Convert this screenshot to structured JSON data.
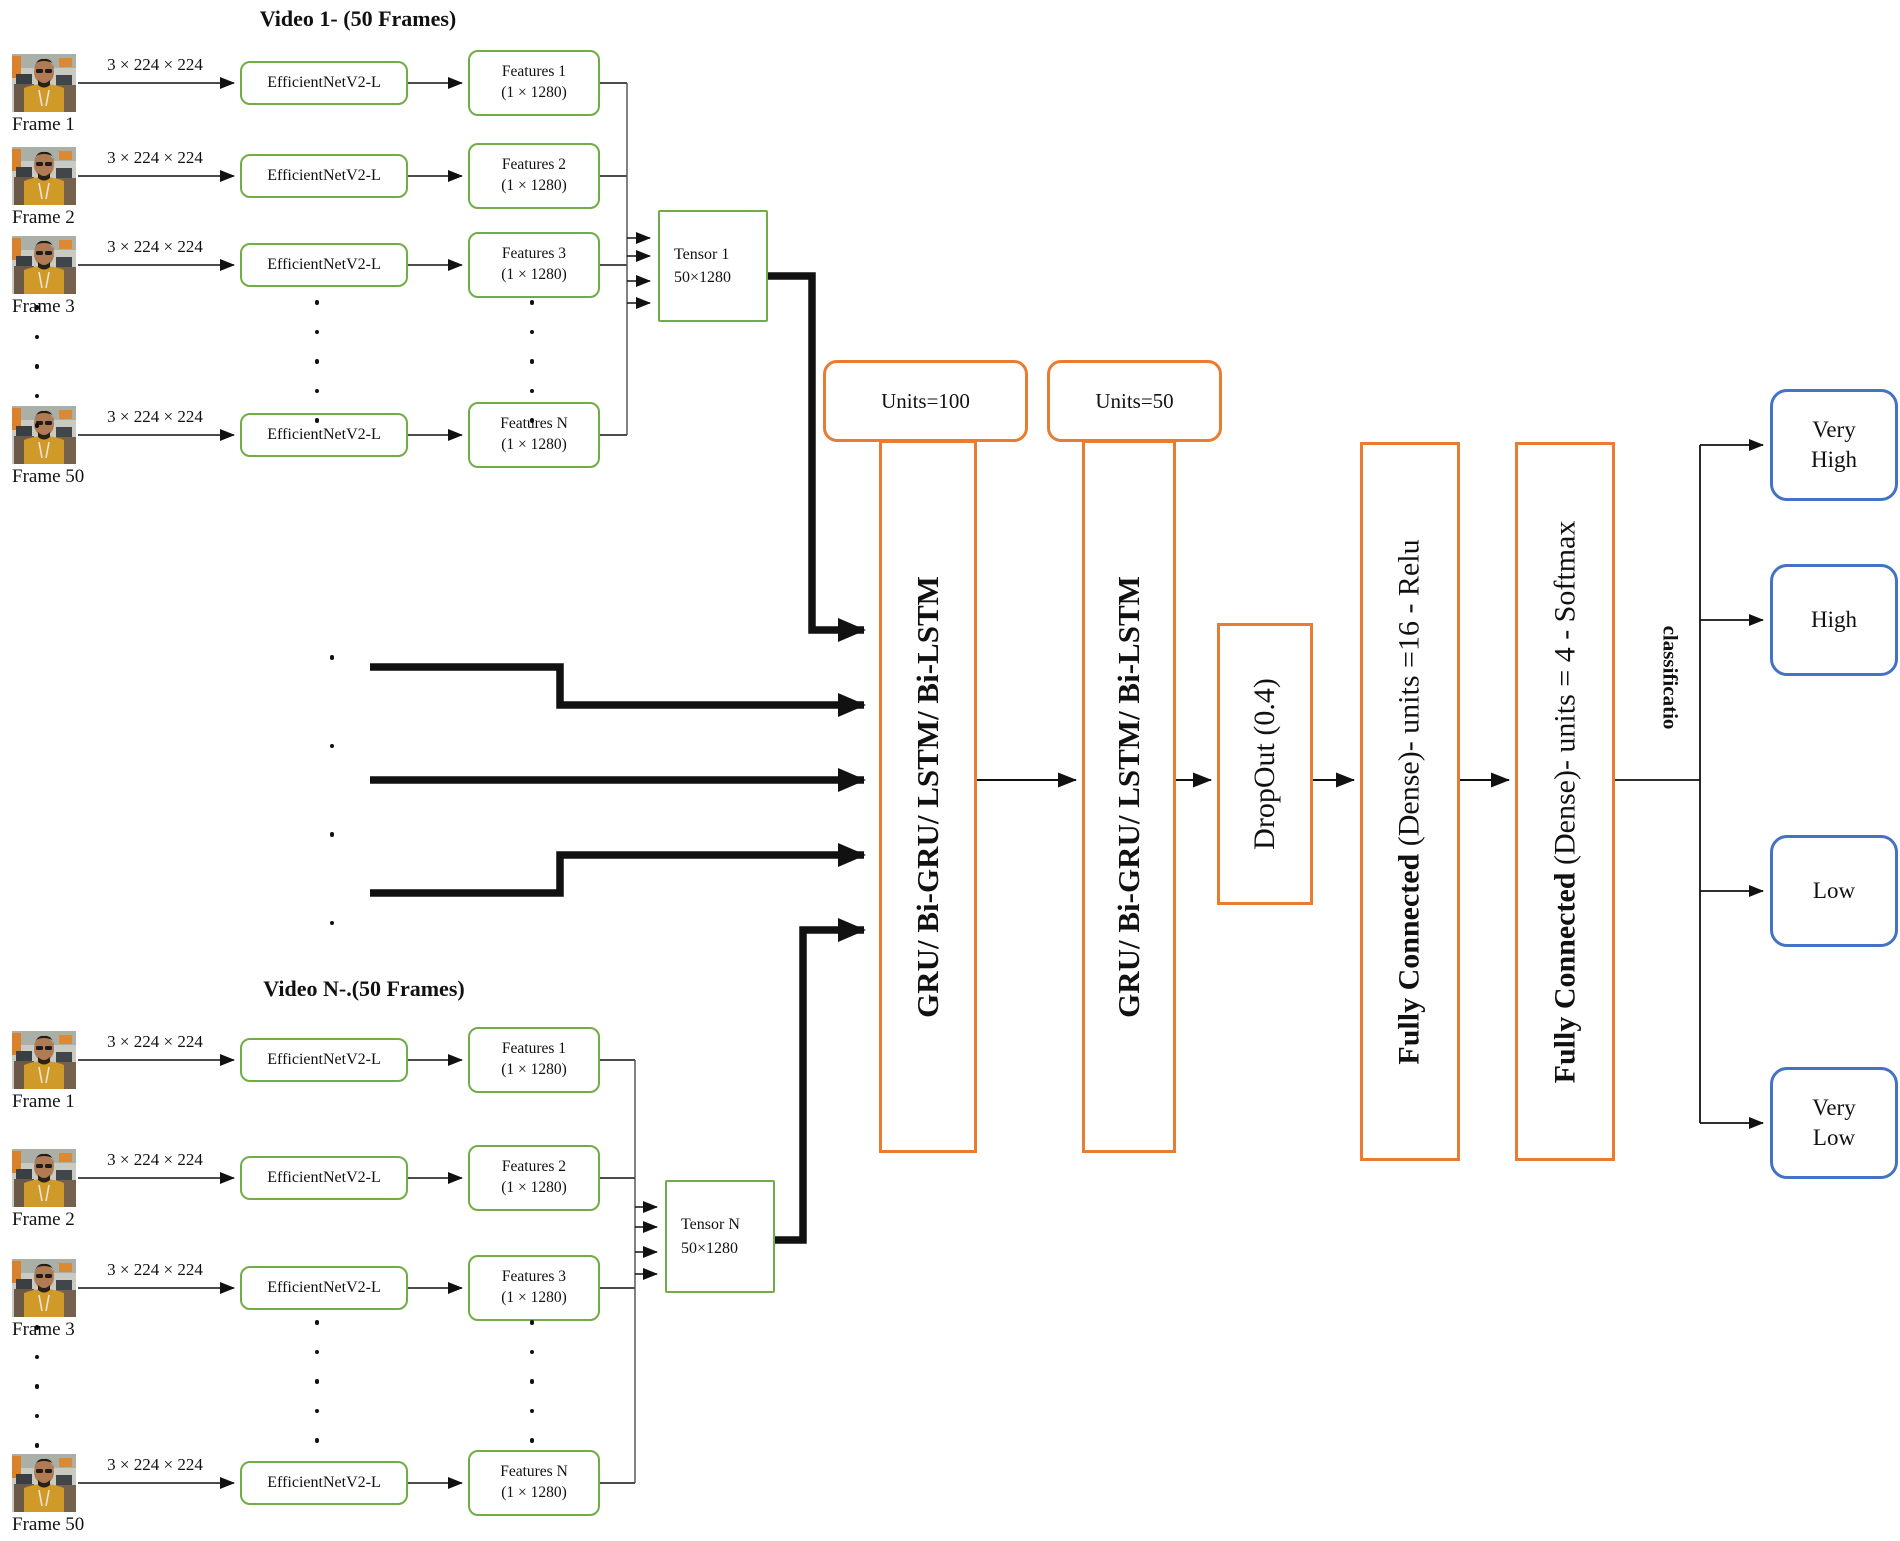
{
  "diagram": {
    "video_groups": [
      {
        "title": "Video 1- (50 Frames)",
        "tensor": {
          "line1": "Tensor 1",
          "line2": "50×1280"
        },
        "frames": [
          {
            "caption": "Frame 1",
            "input_dim": "3 × 224 × 224",
            "backbone": "EfficientNetV2-L",
            "features_line1": "Features 1",
            "features_line2": "(1 × 1280)"
          },
          {
            "caption": "Frame 2",
            "input_dim": "3 × 224 × 224",
            "backbone": "EfficientNetV2-L",
            "features_line1": "Features 2",
            "features_line2": "(1 × 1280)"
          },
          {
            "caption": "Frame 3",
            "input_dim": "3 × 224 × 224",
            "backbone": "EfficientNetV2-L",
            "features_line1": "Features 3",
            "features_line2": "(1 × 1280)"
          },
          {
            "caption": "Frame 50",
            "input_dim": "3 × 224 × 224",
            "backbone": "EfficientNetV2-L",
            "features_line1": "Features N",
            "features_line2": "(1 × 1280)"
          }
        ]
      },
      {
        "title": "Video N-.(50 Frames)",
        "tensor": {
          "line1": "Tensor N",
          "line2": "50×1280"
        },
        "frames": [
          {
            "caption": "Frame 1",
            "input_dim": "3 × 224 × 224",
            "backbone": "EfficientNetV2-L",
            "features_line1": "Features 1",
            "features_line2": "(1 × 1280)"
          },
          {
            "caption": "Frame 2",
            "input_dim": "3 × 224 × 224",
            "backbone": "EfficientNetV2-L",
            "features_line1": "Features 2",
            "features_line2": "(1 × 1280)"
          },
          {
            "caption": "Frame 3",
            "input_dim": "3 × 224 × 224",
            "backbone": "EfficientNetV2-L",
            "features_line1": "Features 3",
            "features_line2": "(1 × 1280)"
          },
          {
            "caption": "Frame 50",
            "input_dim": "3 × 224 × 224",
            "backbone": "EfficientNetV2-L",
            "features_line1": "Features N",
            "features_line2": "(1 × 1280)"
          }
        ]
      }
    ],
    "pipeline": {
      "rnn1": {
        "units_label": "Units=100",
        "label": "GRU/ Bi-GRU/ LSTM/ Bi-LSTM"
      },
      "rnn2": {
        "units_label": "Units=50",
        "label": "GRU/ Bi-GRU/ LSTM/ Bi-LSTM"
      },
      "dropout": {
        "label": "DropOut (0.4)"
      },
      "fc1": {
        "label_bold": "Fully Connected",
        "label_rest": " (Dense)- units =16 - Relu"
      },
      "fc2": {
        "label_bold": "Fully Connected",
        "label_rest": " (Dense)- units = 4 - Softmax"
      },
      "classification_label": "classificatio",
      "classes": [
        "Very High",
        "High",
        "Low",
        "Very Low"
      ]
    },
    "colors": {
      "green": "#70AD47",
      "orange": "#E97C30",
      "blue": "#4472C4",
      "line": "#111111"
    }
  }
}
